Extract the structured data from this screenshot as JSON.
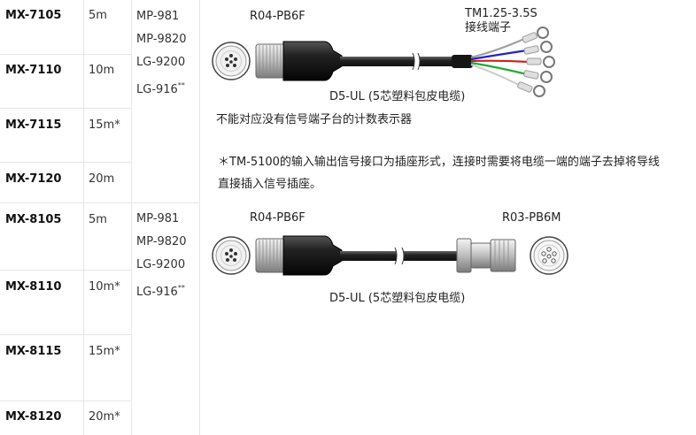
{
  "rows": [
    {
      "model": "MX-7105",
      "length": "5m"
    },
    {
      "model": "MX-7110",
      "length": "10m"
    },
    {
      "model": "MX-7115",
      "length": "15m*"
    },
    {
      "model": "MX-7120",
      "length": "20m"
    },
    {
      "model": "MX-8105",
      "length": "5m"
    },
    {
      "model": "MX-8110",
      "length": "10m*"
    },
    {
      "model": "MX-8115",
      "length": "15m*"
    },
    {
      "model": "MX-8120",
      "length": "20m*"
    }
  ],
  "group1": {
    "compatible": [
      "MP-981",
      "MP-9820",
      "LG-9200",
      "LG-916"
    ],
    "last_sup": "**",
    "connector_label": "R04-PB6F",
    "terminal_label": "TM1.25-3.5S",
    "terminal_sublabel": "接线端子",
    "cable_label": "D5-UL (5芯塑料包皮电缆)",
    "note": "不能对应没有信号端子台的计数表示器",
    "footnote_line1": "＊TM-5100的输入输出信号接口为插座形式，连接时需要将电缆一端的端子去掉将导线",
    "footnote_line2": "直接插入信号插座。"
  },
  "group2": {
    "compatible": [
      "MP-981",
      "MP-9820",
      "LG-9200",
      "LG-916"
    ],
    "last_sup": "**",
    "connector_left_label": "R04-PB6F",
    "connector_right_label": "R03-PB6M",
    "cable_label": "D5-UL (5芯塑料包皮电缆)"
  },
  "wire_colors": [
    "#a0a0a0",
    "#2222cc",
    "#cc2222",
    "#22aa33",
    "#dddddd"
  ]
}
